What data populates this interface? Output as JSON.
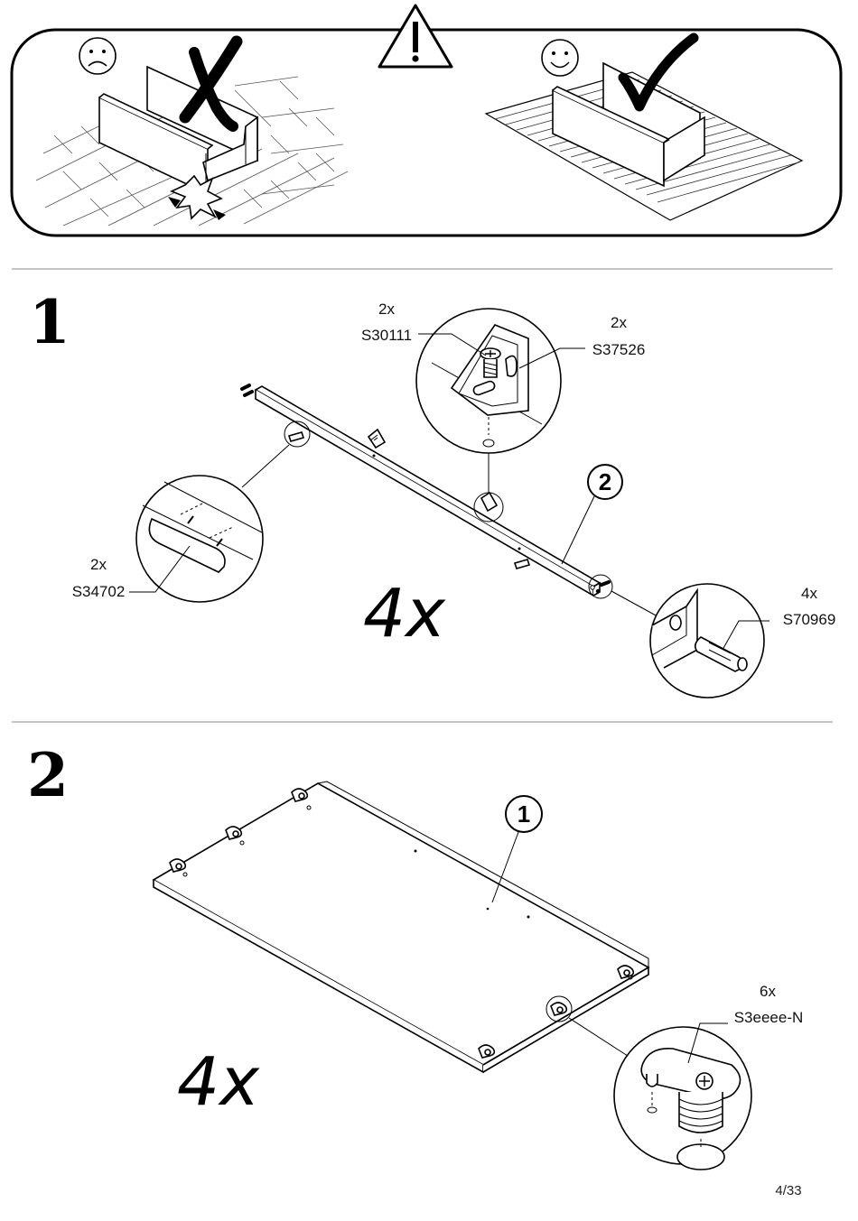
{
  "warning_panel": {
    "bad_icon": "sad-face-icon",
    "good_icon": "happy-face-icon",
    "warning_icon": "exclamation-triangle-icon",
    "cross_icon": "cross-mark-icon",
    "check_icon": "check-mark-icon"
  },
  "step1": {
    "number": "1",
    "quantity": "4x",
    "part_number": "2",
    "parts": [
      {
        "qty": "2x",
        "code": "S30111"
      },
      {
        "qty": "2x",
        "code": "S37526"
      },
      {
        "qty": "2x",
        "code": "S34702"
      },
      {
        "qty": "4x",
        "code": "S70969"
      }
    ]
  },
  "step2": {
    "number": "2",
    "quantity": "4x",
    "part_number": "1",
    "parts": [
      {
        "qty": "6x",
        "code": "S3eeee-N"
      }
    ]
  },
  "footer": {
    "page": "4/33"
  }
}
